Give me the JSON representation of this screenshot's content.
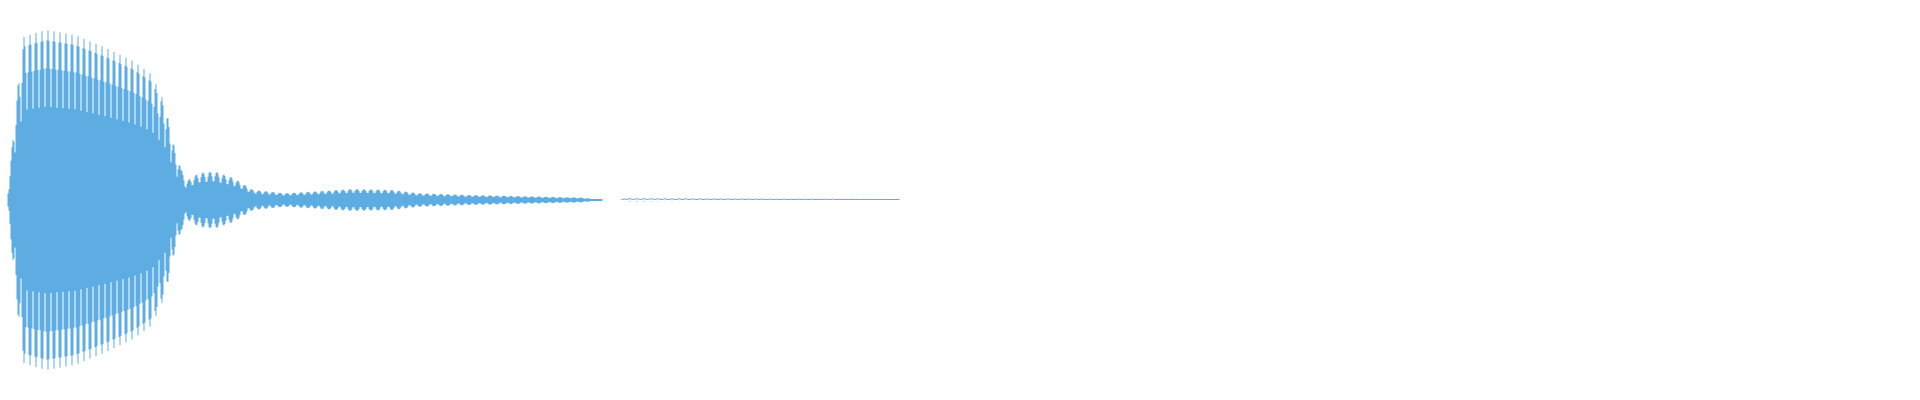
{
  "waveform": {
    "color": "#5dade2",
    "tail_style": "dotted",
    "envelope": [
      {
        "t": 0.0,
        "a": 0.05
      },
      {
        "t": 0.004,
        "a": 0.55
      },
      {
        "t": 0.008,
        "a": 0.96
      },
      {
        "t": 0.02,
        "a": 1.0
      },
      {
        "t": 0.035,
        "a": 0.97
      },
      {
        "t": 0.05,
        "a": 0.9
      },
      {
        "t": 0.065,
        "a": 0.82
      },
      {
        "t": 0.075,
        "a": 0.74
      },
      {
        "t": 0.082,
        "a": 0.57
      },
      {
        "t": 0.088,
        "a": 0.26
      },
      {
        "t": 0.093,
        "a": 0.11
      },
      {
        "t": 0.1,
        "a": 0.16
      },
      {
        "t": 0.108,
        "a": 0.17
      },
      {
        "t": 0.118,
        "a": 0.13
      },
      {
        "t": 0.128,
        "a": 0.06
      },
      {
        "t": 0.145,
        "a": 0.04
      },
      {
        "t": 0.16,
        "a": 0.05
      },
      {
        "t": 0.18,
        "a": 0.065
      },
      {
        "t": 0.2,
        "a": 0.06
      },
      {
        "t": 0.215,
        "a": 0.04
      },
      {
        "t": 0.24,
        "a": 0.03
      },
      {
        "t": 0.27,
        "a": 0.022
      },
      {
        "t": 0.3,
        "a": 0.014
      },
      {
        "t": 0.312,
        "a": 0.0
      },
      {
        "t": 0.321,
        "a": 0.0
      },
      {
        "t": 0.322,
        "a": 0.01
      },
      {
        "t": 0.4,
        "a": 0.008
      },
      {
        "t": 0.47,
        "a": 0.006
      },
      {
        "t": 0.48,
        "a": 0.0
      },
      {
        "t": 1.0,
        "a": 0.0
      }
    ]
  }
}
